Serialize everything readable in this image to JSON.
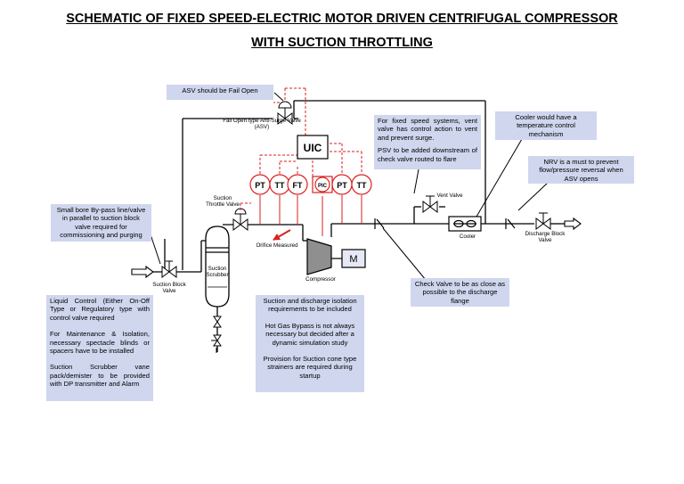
{
  "title": {
    "line1": "SCHEMATIC OF FIXED SPEED-ELECTRIC MOTOR DRIVEN CENTRIFUGAL COMPRESSOR",
    "line2": "WITH SUCTION THROTTLING"
  },
  "notes": {
    "asv": "ASV should be Fail Open",
    "bypass": "Small bore By-pass line/valve in parallel to suction block valve required for commissioning and purging",
    "liquid": [
      "Liquid Control (Either On-Off Type or Regulatory type with control valve required",
      "For Maintenance & Isolation, necessary spectacle blinds or spacers have to be installed",
      "Suction Scrubber vane pack/demister to be provided with DP transmitter and Alarm"
    ],
    "suction_discharge": [
      "Suction and discharge isolation requirements to be included",
      "Hot Gas Bypass is not always necessary but decided after a dynamic simulation study",
      "Provision for Suction cone type strainers are required during startup"
    ],
    "vent": [
      "For fixed speed systems, vent valve has control action to vent and prevent surge.",
      "PSV to be added downstream of check valve routed to flare"
    ],
    "cooler": "Cooler would have a temperature control mechanism",
    "nrv": "NRV is a must to prevent flow/pressure reversal when ASV opens",
    "check": "Check Valve to be as close as possible to the discharge flange"
  },
  "labels": {
    "asv_valve": "Fail Open type Anti-Surge Valve (ASV)",
    "suction_throttle": "Suction Throttle Valve",
    "suction_block": "Suction Block Valve",
    "scrubber": "Suction Scrubber",
    "orifice": "Orifice Measured",
    "compressor": "Compressor",
    "motor": "M",
    "vent_valve": "Vent Valve",
    "cooler": "Cooler",
    "discharge_block": "Discharge Block Valve",
    "uic": "UIC",
    "pic": "PIC",
    "inst": [
      "PT",
      "TT",
      "FT",
      "PT",
      "TT"
    ]
  },
  "colors": {
    "note_bg": "#cfd6ee",
    "signal": "#d9211f",
    "line": "#000000"
  }
}
